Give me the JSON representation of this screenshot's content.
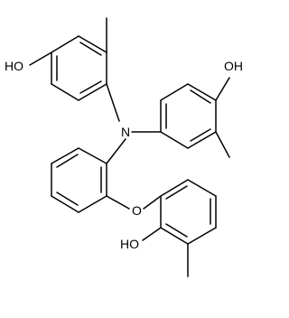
{
  "labels": {
    "hydroxyl_top_left": "HO",
    "hydroxyl_top_right": "OH",
    "amine_nitrogen": "N",
    "ether_oxygen": "O",
    "hydroxyl_bottom": "HO"
  },
  "colors": {
    "bond": "#000000",
    "text": "#000000",
    "background": "#ffffff"
  }
}
